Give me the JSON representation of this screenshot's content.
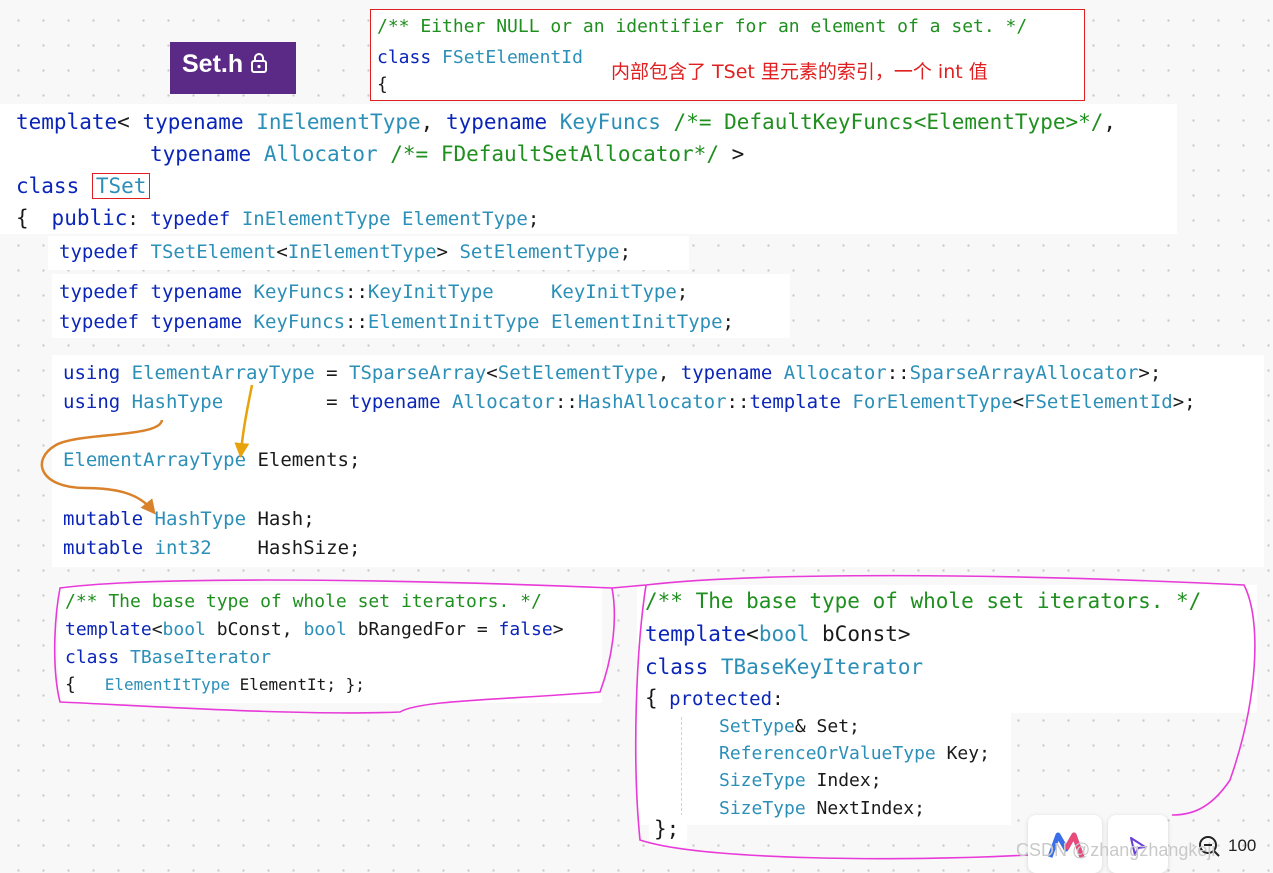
{
  "file_tab": {
    "title": "Set.h"
  },
  "top_card": {
    "comment": "/** Either NULL or an identifier for an element of a set. */",
    "kw_class": "class",
    "type_name": "FSetElementId",
    "brace": "{",
    "annotation": "内部包含了 TSet 里元素的索引，一个 int 值"
  },
  "decl_card": {
    "l1": {
      "kw1": "template",
      "p1": "< ",
      "kw2": "typename",
      "t1": "InElementType",
      "p2": ", ",
      "kw3": "typename",
      "t2": "KeyFuncs",
      "c1": " /*= DefaultKeyFuncs<ElementType>*/",
      "p3": ","
    },
    "l2": {
      "kw1": "typename",
      "t1": "Allocator",
      "c1": " /*= FDefaultSetAllocator*/",
      "p1": " >"
    },
    "l3": {
      "kw1": "class",
      "t1": "TSet"
    },
    "l4": {
      "brace": "{",
      "kw1": "public",
      "p1": ": ",
      "kw2": "typedef",
      "t1": "InElementType",
      "t2": "ElementType",
      "p2": ";"
    }
  },
  "typedef_elem": {
    "kw1": "typedef",
    "t1": "TSetElement",
    "p1": "<",
    "t2": "InElementType",
    "p2": "> ",
    "t3": "SetElementType",
    "p3": ";"
  },
  "typedef_keys": {
    "l1": {
      "kw1": "typedef",
      "kw2": "typename",
      "t1": "KeyFuncs",
      "p1": "::",
      "t2": "KeyInitType",
      "t3": "KeyInitType",
      "p2": ";"
    },
    "l2": {
      "kw1": "typedef",
      "kw2": "typename",
      "t1": "KeyFuncs",
      "p1": "::",
      "t2": "ElementInitType",
      "t3": "ElementInitType",
      "p2": ";"
    }
  },
  "using_card": {
    "l1": {
      "kw1": "using",
      "t1": "ElementArrayType",
      "p1": " = ",
      "t2": "TSparseArray",
      "p2": "<",
      "t3": "SetElementType",
      "p3": ", ",
      "kw2": "typename",
      "t4": "Allocator",
      "p4": "::",
      "t5": "SparseArrayAllocator",
      "p5": ">;"
    },
    "l2": {
      "kw1": "using",
      "t1": "HashType",
      "p1": "         = ",
      "kw2": "typename",
      "t2": "Allocator",
      "p2": "::",
      "t3": "HashAllocator",
      "p3": "::",
      "kw3": "template",
      "t4": "ForElementType",
      "p4": "<",
      "t5": "FSetElementId",
      "p5": ">;"
    },
    "l3": {
      "t1": "ElementArrayType",
      "p1": " Elements;"
    },
    "l4": {
      "kw1": "mutable",
      "t1": "HashType",
      "p1": " Hash;"
    },
    "l5": {
      "kw1": "mutable",
      "t1": "int32",
      "p1": "    HashSize;"
    }
  },
  "base_iter": {
    "comment": "/** The base type of whole set iterators. */",
    "l2": {
      "kw1": "template",
      "p1": "<",
      "t1": "bool",
      "p2": " bConst, ",
      "t2": "bool",
      "p3": " bRangedFor = ",
      "kw2": "false",
      "p4": ">"
    },
    "l3": {
      "kw1": "class",
      "t1": "TBaseIterator"
    },
    "l4": {
      "brace": "{",
      "t1": "ElementItType",
      "p1": " ElementIt; };"
    }
  },
  "key_iter": {
    "comment": "/** The base type of whole set iterators. */",
    "l2": {
      "kw1": "template",
      "p1": "<",
      "t1": "bool",
      "p2": " bConst>"
    },
    "l3": {
      "kw1": "class",
      "t1": "TBaseKeyIterator"
    },
    "l4": {
      "brace": "{",
      "kw1": "protected",
      "p1": ":"
    },
    "members": [
      {
        "type": "SetType",
        "rest": "& Set;"
      },
      {
        "type": "ReferenceOrValueType",
        "rest": " Key;"
      },
      {
        "type": "SizeType",
        "rest": " Index;"
      },
      {
        "type": "SizeType",
        "rest": " NextIndex;"
      }
    ],
    "close": "};"
  },
  "toolbar": {
    "zoom": "100"
  },
  "watermark": "CSDN @zhangzhangkeji",
  "colors": {
    "keyword": "#0a25b8",
    "type": "#2b8fb8",
    "comment": "#1f8f1f",
    "highlight": "#e02020",
    "annotation_stroke": "#e83ad8",
    "arrow_orange": "#d9822b",
    "arrow_yellow": "#e8a20c",
    "tab_purple": "#5a2a86"
  }
}
